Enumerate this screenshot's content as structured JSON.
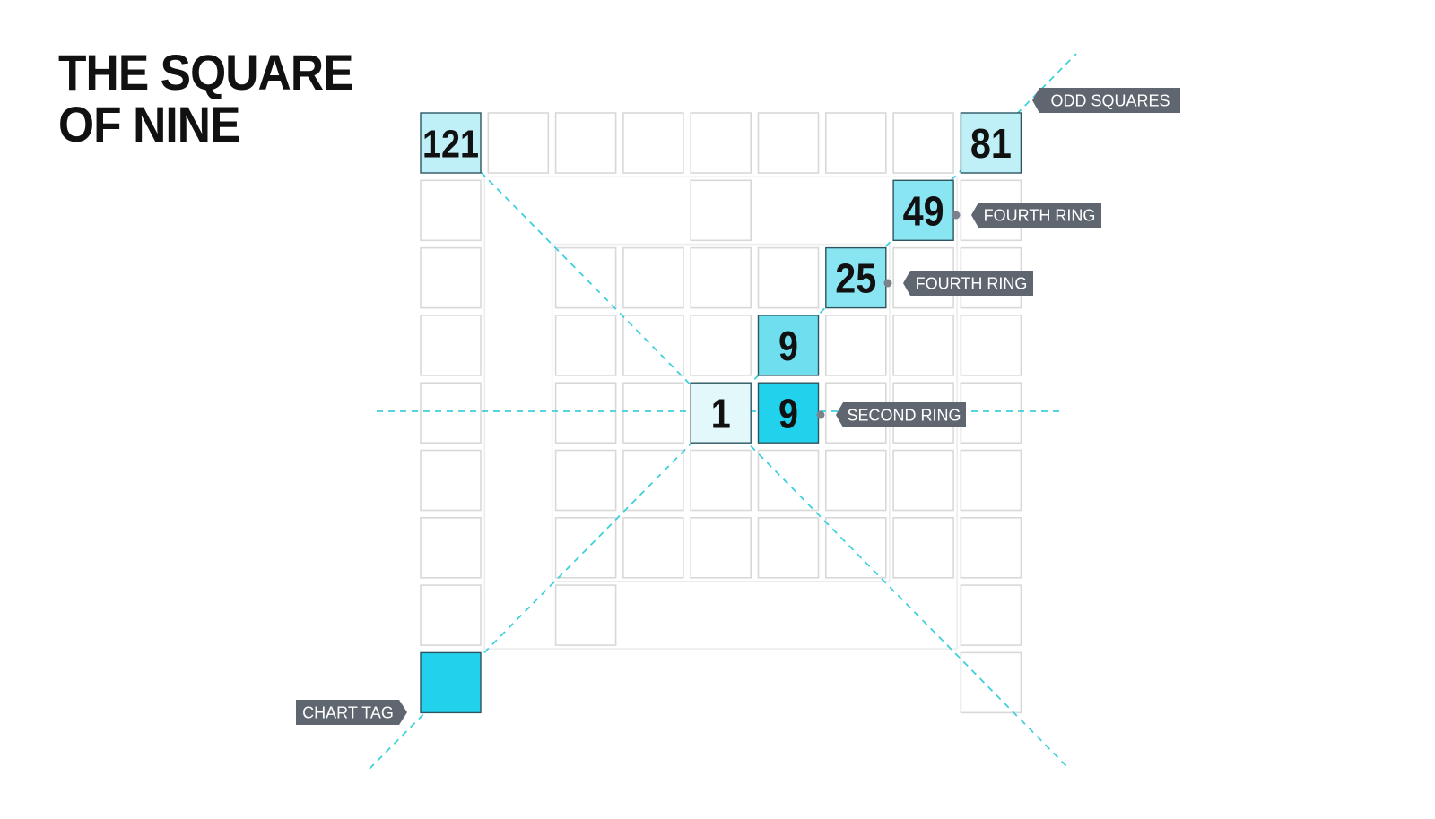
{
  "title": {
    "line1": "THE SQUARE",
    "line2": "OF NINE"
  },
  "colors": {
    "guide_line": "#3fd0dc",
    "cell_border": "#d8d8d8",
    "cell_fill": "#ffffff",
    "tag_bg": "#5f6670",
    "tag_text": "#ffffff",
    "highlight_lightest": "#e3f8fb",
    "highlight_light": "#bff0f7",
    "highlight_mid": "#8ae5f2",
    "highlight_strong": "#6fdfef",
    "highlight_full": "#22d1ec"
  },
  "grid": {
    "columns": 9,
    "rows": 9,
    "empty_cells": [
      [
        1,
        1
      ],
      [
        1,
        2
      ],
      [
        1,
        3
      ],
      [
        1,
        4
      ],
      [
        1,
        5
      ],
      [
        1,
        6
      ],
      [
        1,
        7
      ],
      [
        2,
        1
      ],
      [
        3,
        1
      ],
      [
        3,
        7
      ],
      [
        4,
        7
      ],
      [
        5,
        1
      ],
      [
        5,
        7
      ],
      [
        6,
        1
      ],
      [
        6,
        7
      ],
      [
        7,
        1
      ],
      [
        7,
        7
      ],
      [
        1,
        8
      ],
      [
        2,
        8
      ],
      [
        3,
        8
      ],
      [
        4,
        8
      ],
      [
        5,
        8
      ],
      [
        6,
        8
      ],
      [
        7,
        8
      ]
    ],
    "numbers": [
      {
        "label": "121",
        "col": 0,
        "row": 0,
        "fill": "highlight_light"
      },
      {
        "label": "81",
        "col": 8,
        "row": 0,
        "fill": "highlight_light"
      },
      {
        "label": "49",
        "col": 7,
        "row": 1,
        "fill": "highlight_mid"
      },
      {
        "label": "25",
        "col": 6,
        "row": 2,
        "fill": "highlight_mid"
      },
      {
        "label": "9",
        "col": 5,
        "row": 3,
        "fill": "highlight_strong"
      },
      {
        "label": "1",
        "col": 4,
        "row": 4,
        "fill": "highlight_lightest"
      },
      {
        "label": "9",
        "col": 5,
        "row": 4,
        "fill": "highlight_full"
      },
      {
        "label": "",
        "col": 0,
        "row": 8,
        "fill": "highlight_full"
      }
    ]
  },
  "tags": {
    "odd_squares": "ODD SQUARES",
    "fourth_ring_a": "FOURTH RING",
    "fourth_ring_b": "FOURTH RING",
    "second_ring": "SECOND RING",
    "chart_tag": "CHART TAG"
  }
}
